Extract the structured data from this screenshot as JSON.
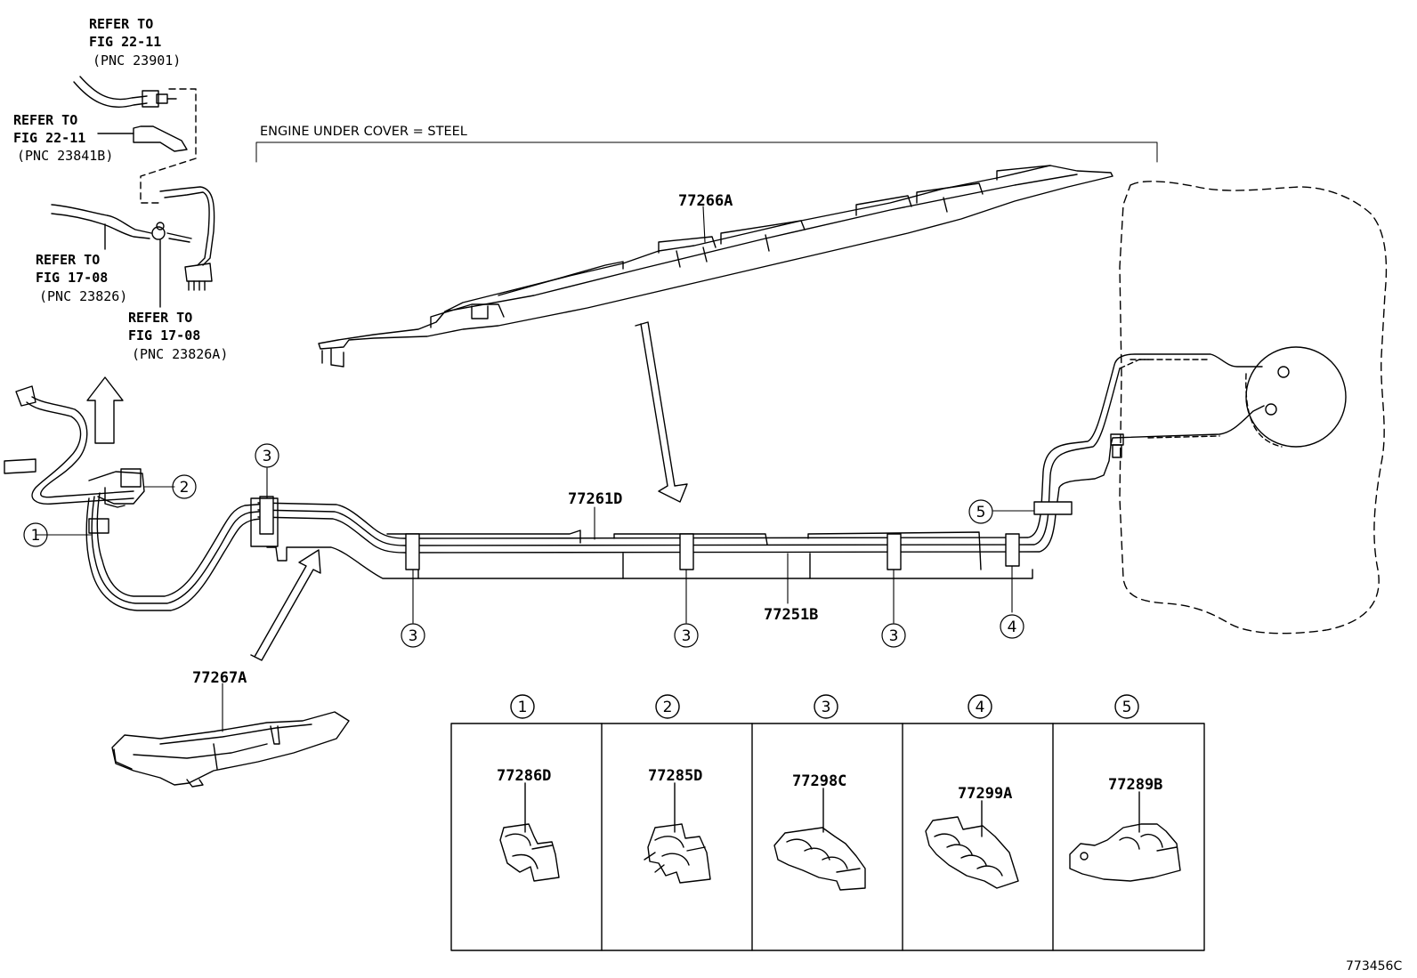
{
  "refs": [
    {
      "line1": "REFER TO",
      "line2": "FIG 22-11",
      "pnc": "(PNC 23901)"
    },
    {
      "line1": "REFER TO",
      "line2": "FIG 22-11",
      "pnc": "(PNC 23841B)"
    },
    {
      "line1": "REFER TO",
      "line2": "FIG 17-08",
      "pnc": "(PNC 23826)"
    },
    {
      "line1": "REFER TO",
      "line2": "FIG 17-08",
      "pnc": "(PNC 23826A)"
    }
  ],
  "header_note": "ENGINE UNDER COVER = STEEL",
  "parts": {
    "cover_upper": "77266A",
    "cover_lower": "77267A",
    "tube_upper": "77261D",
    "tube_lower": "77251B"
  },
  "callout_numbers": [
    "1",
    "2",
    "3",
    "4",
    "5"
  ],
  "clamps": [
    {
      "index": "1",
      "part": "77286D"
    },
    {
      "index": "2",
      "part": "77285D"
    },
    {
      "index": "3",
      "part": "77298C"
    },
    {
      "index": "4",
      "part": "77299A"
    },
    {
      "index": "5",
      "part": "77289B"
    }
  ],
  "diagram_code": "773456C"
}
